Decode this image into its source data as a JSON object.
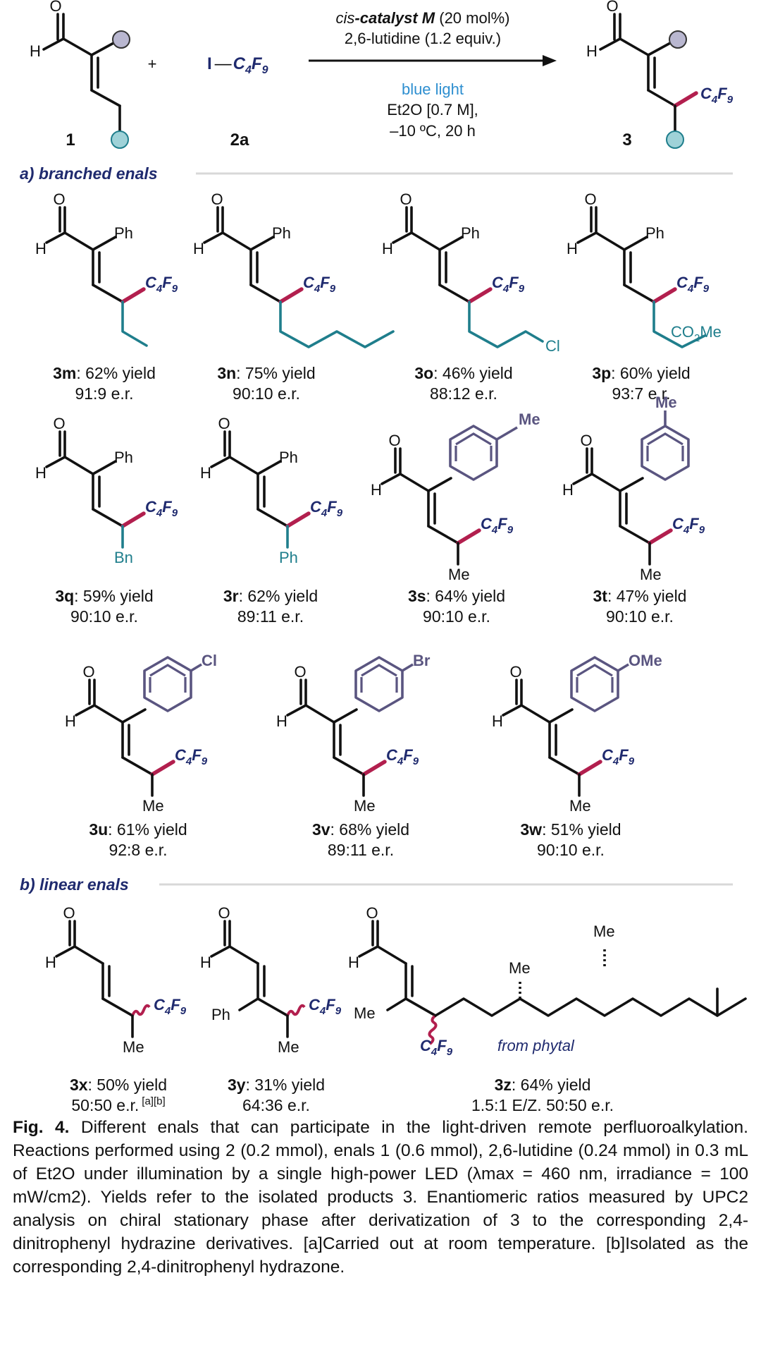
{
  "scheme": {
    "reagent": "I—C4F9",
    "labels": {
      "sm1": "1",
      "sm2": "2a",
      "product": "3"
    },
    "conditions": {
      "catalyst_italic": "cis",
      "catalyst_bold": "-catalyst M",
      "catalyst_rest": " (20 mol%)",
      "base": "2,6-lutidine (1.2 equiv.)",
      "light": "blue light",
      "solvent": "Et2O [0.7 M],",
      "temp": "–10 ºC, 20 h"
    }
  },
  "sections": {
    "a": "a) branched enals",
    "b": "b) linear enals"
  },
  "compounds": [
    {
      "id": "3m",
      "yield": ": 62% yield",
      "er": "91:9 e.r."
    },
    {
      "id": "3n",
      "yield": ": 75% yield",
      "er": "90:10 e.r."
    },
    {
      "id": "3o",
      "yield": ": 46% yield",
      "er": "88:12 e.r."
    },
    {
      "id": "3p",
      "yield": ": 60% yield",
      "er": "93:7 e.r."
    },
    {
      "id": "3q",
      "yield": ": 59% yield",
      "er": "90:10 e.r."
    },
    {
      "id": "3r",
      "yield": ": 62% yield",
      "er": "89:11 e.r."
    },
    {
      "id": "3s",
      "yield": ": 64% yield",
      "er": "90:10 e.r."
    },
    {
      "id": "3t",
      "yield": ": 47% yield",
      "er": "90:10 e.r."
    },
    {
      "id": "3u",
      "yield": ": 61% yield",
      "er": "92:8 e.r."
    },
    {
      "id": "3v",
      "yield": ": 68% yield",
      "er": "89:11 e.r."
    },
    {
      "id": "3w",
      "yield": ": 51% yield",
      "er": "90:10 e.r."
    },
    {
      "id": "3x",
      "yield": ": 50% yield",
      "er": "50:50 e.r.",
      "note": "[a][b]"
    },
    {
      "id": "3y",
      "yield": ": 31% yield",
      "er": "64:36 e.r."
    },
    {
      "id": "3z",
      "yield": ": 64% yield",
      "er": "1.5:1 E/Z, 50:50 e.r."
    }
  ],
  "atoms": {
    "O": "O",
    "H": "H",
    "Ph": "Ph",
    "Me": "Me",
    "Cl": "Cl",
    "Br": "Br",
    "OMe": "OMe",
    "Bn": "Bn",
    "CO2Me": "CO2Me",
    "C4F9": "C4F9"
  },
  "phytal": "from phytal",
  "caption": {
    "fig": "Fig. 4.",
    "text": " Different enals that can participate in the light-driven remote perfluoroalkylation. Reactions performed using 2 (0.2 mmol), enals 1 (0.6 mmol), 2,6-lutidine (0.24 mmol) in 0.3 mL of Et2O under illumination by a single high-power LED (λmax = 460 nm, irradiance = 100 mW/cm2). Yields refer to the isolated products 3. Enantiomeric ratios measured by UPC2 analysis on chiral stationary phase after derivatization of 3 to the corresponding 2,4-dinitrophenyl hydrazine derivatives. [a]Carried out at room temperature. [b]Isolated as the corresponding 2,4-dinitrophenyl hydrazone."
  }
}
